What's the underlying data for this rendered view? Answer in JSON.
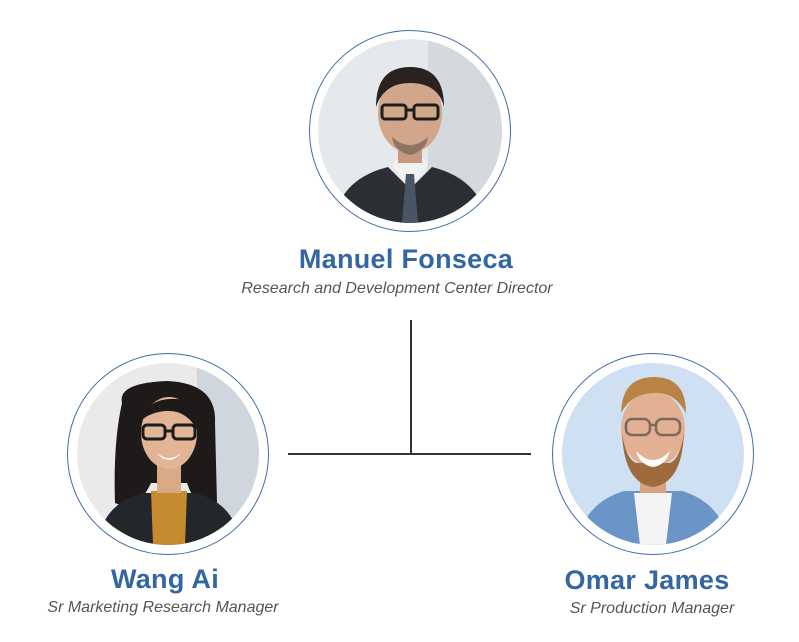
{
  "nodes": {
    "top": {
      "name": "Manuel Fonseca",
      "role": "Research and Development Center Director",
      "photo_icon": "person-portrait-icon"
    },
    "left": {
      "name": "Wang Ai",
      "role": "Sr Marketing Research Manager",
      "photo_icon": "person-portrait-icon"
    },
    "right": {
      "name": "Omar James",
      "role": "Sr Production Manager",
      "photo_icon": "person-portrait-icon"
    }
  },
  "colors": {
    "accent": "#3366a3",
    "ring": "#3d6da8",
    "role_text": "#555555",
    "connector": "#333333"
  }
}
